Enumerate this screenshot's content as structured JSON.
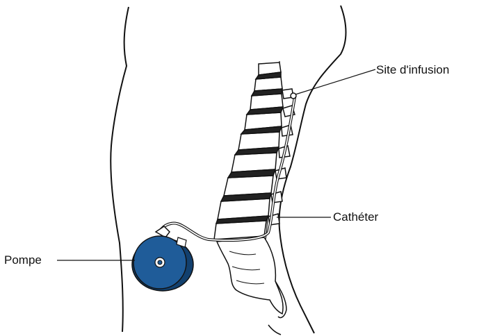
{
  "labels": {
    "infusion_site": "Site d'infusion",
    "catheter": "Cathéter",
    "pump": "Pompe"
  },
  "colors": {
    "outline": "#111111",
    "pump_fill": "#1f5c99",
    "pump_dark": "#12406e"
  }
}
